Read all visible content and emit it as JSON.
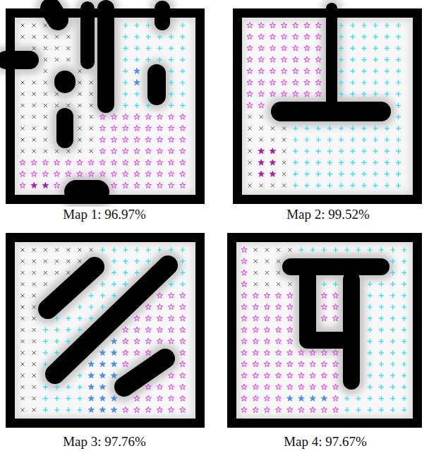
{
  "diagram": {
    "labels": [
      "Map 1: 96.97%",
      "Map 2: 99.52%",
      "Map 3: 97.76%",
      "Map 4: 97.67%"
    ]
  }
}
